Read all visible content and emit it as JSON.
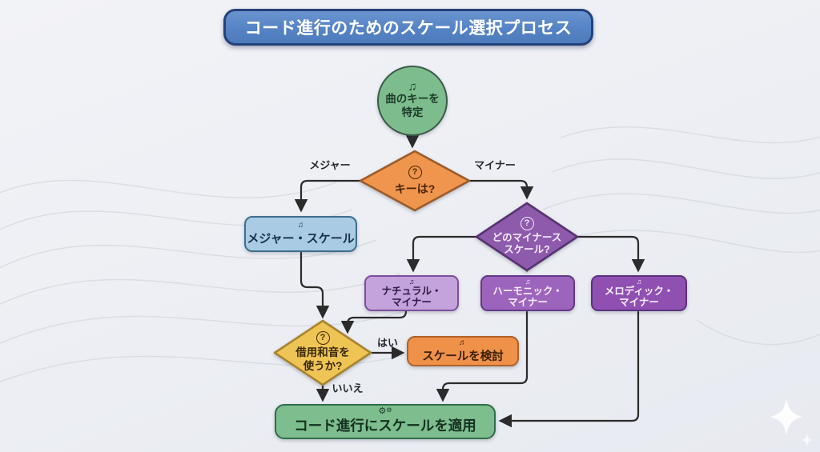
{
  "title": "コード進行のためのスケール選択プロセス",
  "nodes": {
    "start": {
      "icon": "♫",
      "line1": "曲のキーを",
      "line2": "特定"
    },
    "key_decision": {
      "icon": "?",
      "label": "キーは?"
    },
    "major_scale": {
      "icon": "♫",
      "label": "メジャー・スケール"
    },
    "minor_decision": {
      "icon": "?",
      "line1": "どのマイナース",
      "line2": "スケール?"
    },
    "natural_minor": {
      "icon": "♫",
      "line1": "ナチュラル・",
      "line2": "マイナー"
    },
    "harmonic_minor": {
      "icon": "♫",
      "line1": "ハーモニック・",
      "line2": "マイナー"
    },
    "melodic_minor": {
      "icon": "♫",
      "line1": "メロディック・",
      "line2": "マイナー"
    },
    "borrowed_decision": {
      "icon": "?",
      "line1": "借用和音を",
      "line2": "使うか?"
    },
    "consider_scale": {
      "icon": "♬",
      "label": "スケールを検討"
    },
    "apply_scale": {
      "icon": "⚙",
      "label": "コード進行にスケールを適用"
    }
  },
  "edge_labels": {
    "major": "メジャー",
    "minor": "マイナー",
    "yes": "はい",
    "no": "いいえ"
  },
  "colors": {
    "background": "#eef0f4",
    "title_fill": "#5583c4",
    "title_border": "#24417c",
    "title_text": "#ffffff",
    "start_fill": "#7dbd8d",
    "start_border": "#3c5a49",
    "key_decision_fill": "#f0954d",
    "key_decision_border": "#9c5c28",
    "major_fill": "#a9cce4",
    "major_border": "#3f6e8e",
    "minor_decision_fill": "#8d5aac",
    "minor_decision_border": "#58336f",
    "natural_fill": "#c4a2db",
    "natural_border": "#7d4f9e",
    "harmonic_fill": "#9d64bd",
    "harmonic_border": "#64398a",
    "melodic_fill": "#8f50b1",
    "melodic_border": "#5c3180",
    "borrowed_fill": "#eec455",
    "borrowed_border": "#a8842e",
    "consider_fill": "#f0914a",
    "consider_border": "#b0622a",
    "apply_fill": "#7dbd8e",
    "apply_border": "#2f6e4a",
    "connector": "#2b2b2b"
  }
}
